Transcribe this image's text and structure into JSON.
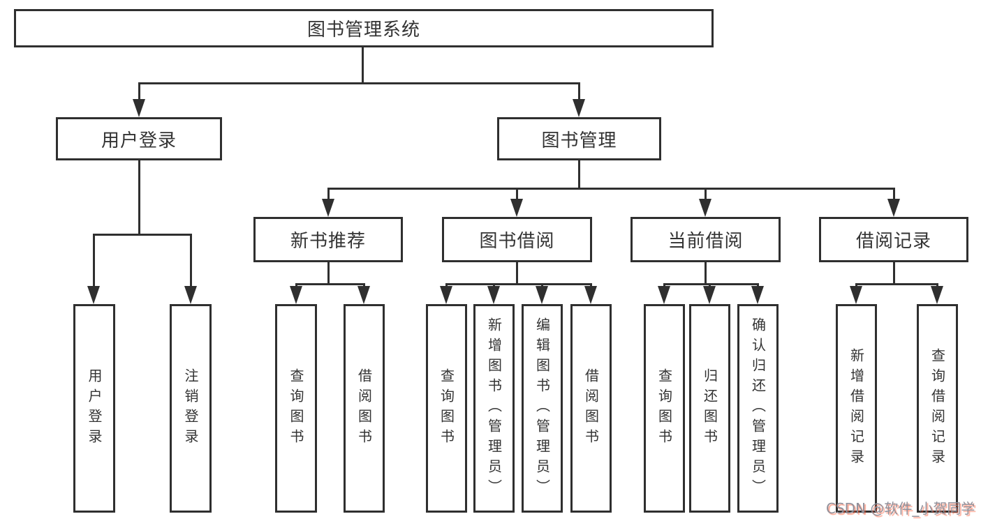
{
  "tree": {
    "root": {
      "label": "图书管理系统",
      "children": [
        {
          "label": "用户登录",
          "children": [
            {
              "label": "用户登录"
            },
            {
              "label": "注销登录"
            }
          ]
        },
        {
          "label": "图书管理",
          "children": [
            {
              "label": "新书推荐",
              "children": [
                {
                  "label": "查询图书"
                },
                {
                  "label": "借阅图书"
                }
              ]
            },
            {
              "label": "图书借阅",
              "children": [
                {
                  "label": "查询图书"
                },
                {
                  "label": "新增图书（管理员）"
                },
                {
                  "label": "编辑图书（管理员）"
                },
                {
                  "label": "借阅图书"
                }
              ]
            },
            {
              "label": "当前借阅",
              "children": [
                {
                  "label": "查询图书"
                },
                {
                  "label": "归还图书"
                },
                {
                  "label": "确认归还（管理员）"
                }
              ]
            },
            {
              "label": "借阅记录",
              "children": [
                {
                  "label": "新增借阅记录"
                },
                {
                  "label": "查询借阅记录"
                }
              ]
            }
          ]
        }
      ]
    }
  },
  "colors": {
    "line": "#2f2f2f",
    "text": "#333333",
    "background": "#ffffff",
    "watermark_text": "#90909a",
    "watermark_shadow": "#fc5531"
  },
  "watermark": {
    "text": "CSDN @软件_小贺同学"
  }
}
